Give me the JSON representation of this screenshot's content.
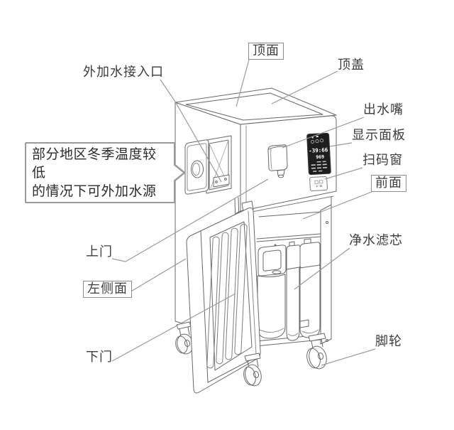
{
  "diagram_labels": {
    "top_face": "顶面",
    "top_cover": "顶盖",
    "water_inlet": "外加水接入口",
    "outlet_nozzle": "出水嘴",
    "display_panel": "显示面板",
    "qr_window": "扫码窗",
    "front_face": "前面",
    "filter_cartridge": "净水滤芯",
    "upper_door": "上门",
    "left_side": "左侧面",
    "lower_door": "下门",
    "caster": "脚轮"
  },
  "note_bubble": {
    "line1": "部分地区冬季温度较低",
    "line2": "的情况下可外加水源"
  },
  "display_screen": {
    "readout_main": "-39:66",
    "readout_sub": "969"
  },
  "colors": {
    "machine_line": "#686868",
    "leader_line": "#9a9a9a",
    "label_text": "#3d3d3d",
    "screen_bg": "#1e1e1e",
    "screen_text": "#ffffff"
  }
}
